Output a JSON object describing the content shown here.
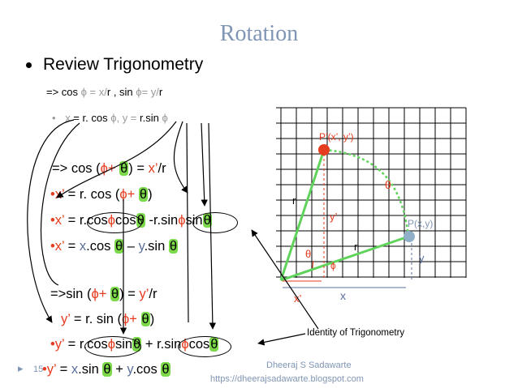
{
  "title": "Rotation",
  "bullet": "Review Trigonometry",
  "line1": {
    "a": "=> cos ",
    "phi": "ϕ",
    "b": " = x/",
    "r": "r",
    "c": " , sin ",
    "phi2": "ϕ",
    "d": "= y/",
    "r2": "r"
  },
  "line2": {
    "a": "x",
    "b": " = r. cos ",
    "phi": "ϕ",
    "c": ", y = ",
    "d": "r.sin ",
    "phi2": "ϕ"
  },
  "eq1": {
    "a": "=> cos (",
    "phi": "ϕ",
    "plus": "+ ",
    "th": "θ",
    "b": ") = ",
    "x": "x’",
    "c": "/r"
  },
  "eq2": {
    "a": "x’",
    "b": " = r. cos (",
    "phi": "ϕ",
    "plus": "+ ",
    "th": "θ",
    "c": ")"
  },
  "eq3": {
    "a": "x’",
    "b": " = r.cos",
    "phi": "ϕ",
    "cos": "cos",
    "th": "θ",
    "c": " -r.sin",
    "phi2": "ϕ",
    "sin": "sin",
    "th2": "θ"
  },
  "eq4": {
    "a": "x’",
    "b": " = ",
    "x": "x",
    "c": ".cos ",
    "th": "θ",
    "d": " – ",
    "y": "y",
    "e": ".sin ",
    "th2": "θ"
  },
  "eq5": {
    "a": "=>sin (",
    "phi": "ϕ",
    "plus": "+ ",
    "th": "θ",
    "b": ") = ",
    "y": "y’",
    "c": "/r"
  },
  "eq6": {
    "a": "y’",
    "b": " = r. sin (",
    "phi": "ϕ",
    "plus": "+ ",
    "th": "θ",
    "c": ")"
  },
  "eq7": {
    "a": "y’",
    "b": " = r.cos",
    "phi": "ϕ",
    "sin": "sin",
    "th": "θ",
    "c": " + r.sin",
    "phi2": "ϕ",
    "cos": "cos",
    "th2": "θ"
  },
  "eq8": {
    "a": "y’",
    "b": " = ",
    "x": "x",
    "c": ".sin ",
    "th": "θ",
    "d": " + ",
    "y": "y",
    "e": ".cos ",
    "th2": "θ"
  },
  "bullet_marker": "•",
  "slide_number": "15",
  "author": "Dheeraj S Sadawarte",
  "url": "https://dheerajsadawarte.blogspot.com",
  "identity_label": "Identity of Trigonometry",
  "diagram": {
    "p_prime_label": "P’(x’, y’)",
    "p_label": "P(x,y)",
    "theta": "θ",
    "theta2": "θ",
    "phi": "ϕ",
    "r1": "r",
    "r2": "r",
    "y_prime": "y’",
    "y": "y",
    "x_prime": "x’",
    "x": "x"
  },
  "colors": {
    "title": "#7f95b5",
    "red": "#e53b1e",
    "theta_highlight": "#7bd94a",
    "blue_point": "#8fb0c8",
    "green_line": "#5fd35a"
  }
}
